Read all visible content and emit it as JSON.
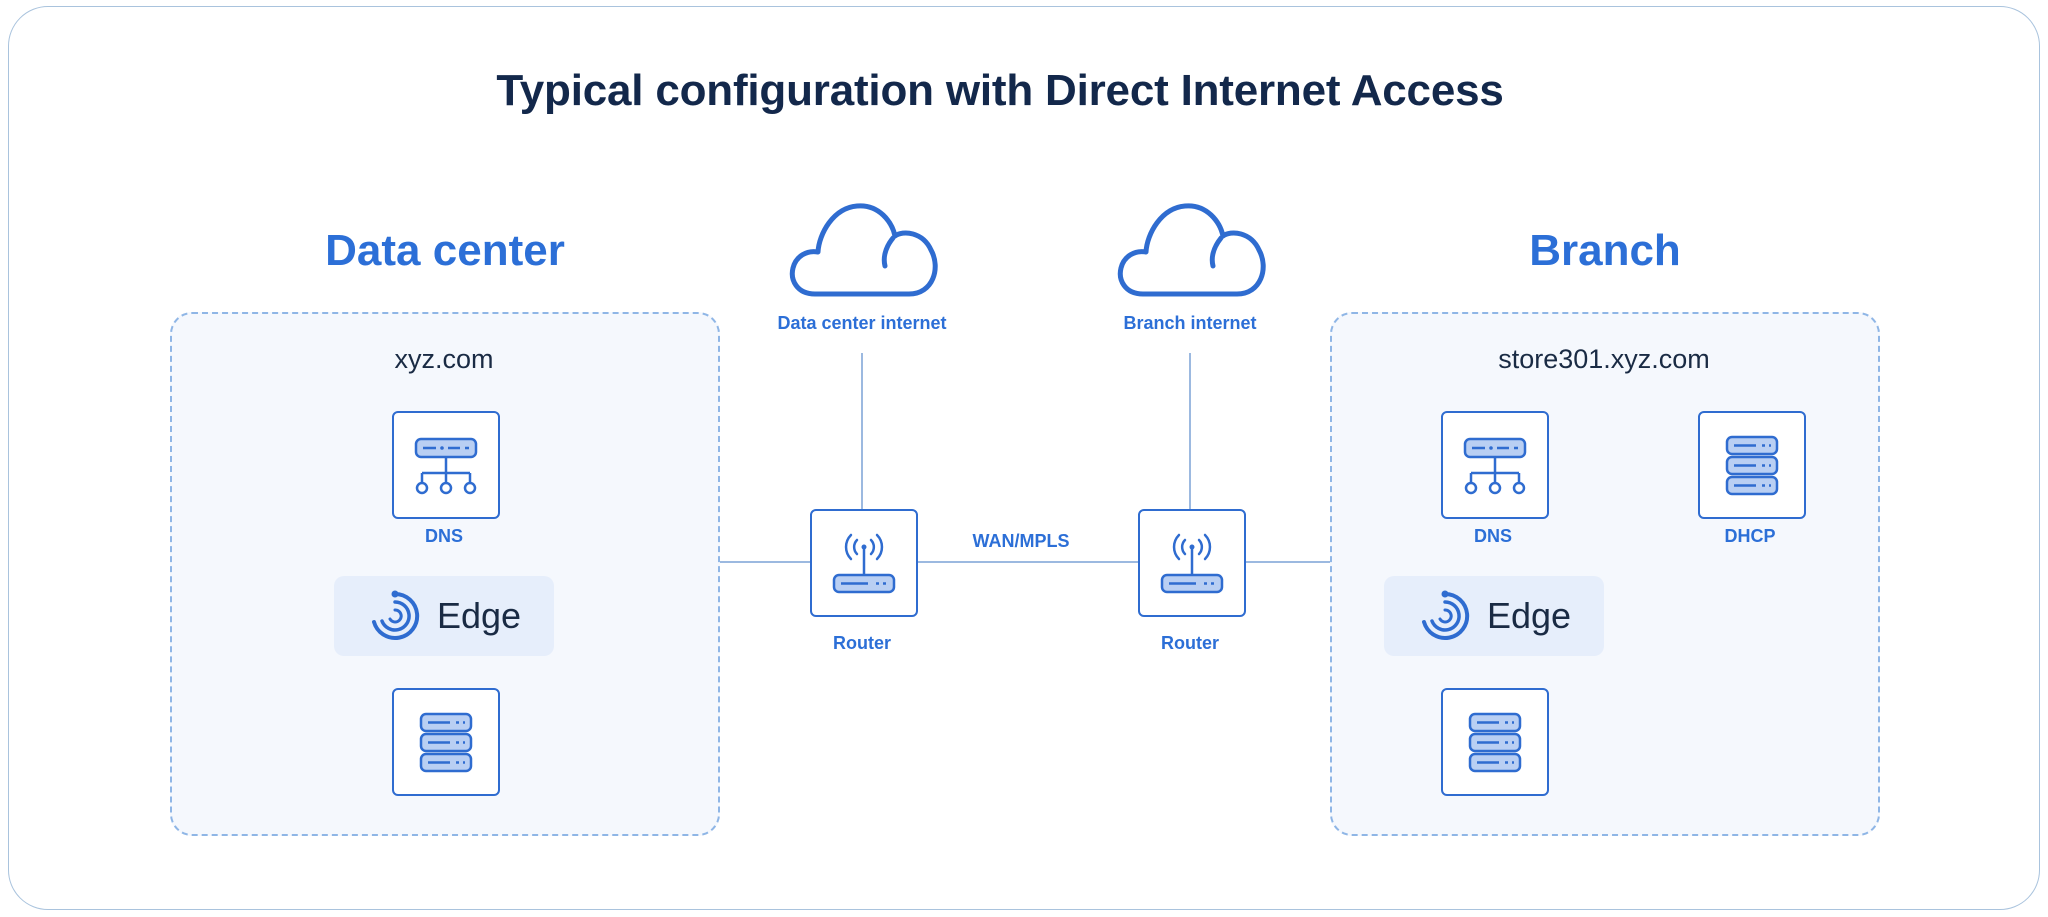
{
  "title": "Typical configuration with Direct Internet Access",
  "colors": {
    "accent": "#2c6fd7",
    "title": "#13284b",
    "line": "#9cb9e0",
    "zone_bg": "#f5f8fd",
    "chip_bg": "#e6eefb"
  },
  "data_center": {
    "heading": "Data center",
    "domain": "xyz.com",
    "dns_label": "DNS",
    "edge_label": "Edge",
    "server_icon": "server-stack-icon"
  },
  "branch": {
    "heading": "Branch",
    "domain": "store301.xyz.com",
    "dns_label": "DNS",
    "dhcp_label": "DHCP",
    "edge_label": "Edge",
    "server_icon": "server-stack-icon"
  },
  "internet": {
    "data_center_label": "Data center internet",
    "branch_label": "Branch internet"
  },
  "routers": {
    "left_label": "Router",
    "right_label": "Router",
    "link_label": "WAN/MPLS"
  }
}
